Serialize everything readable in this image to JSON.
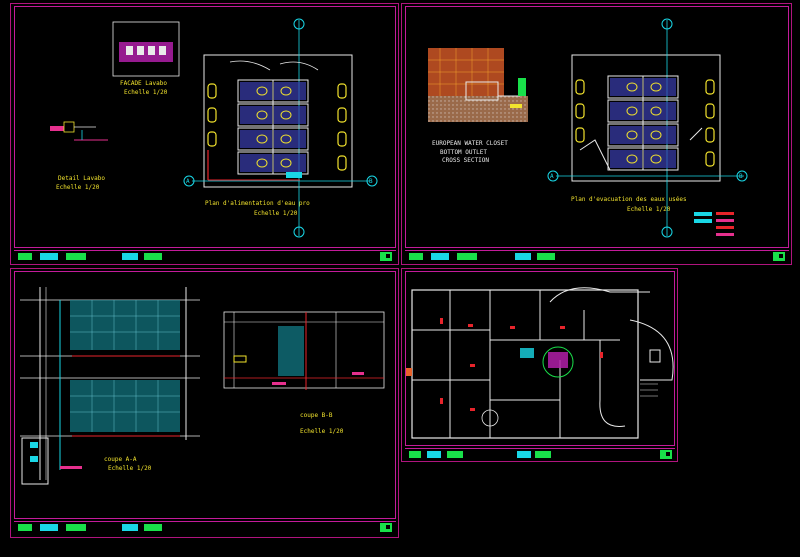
{
  "sheets": {
    "s1": {
      "facade_title": "FACADE Lavabo",
      "facade_scale": "Echelle 1/20",
      "detail_title": "Detail Lavabo",
      "detail_scale": "Echelle 1/20",
      "plan_title": "Plan d'alimentation d'eau pro",
      "plan_scale": "Echelle 1/20",
      "marker_a": "A",
      "marker_b": "B"
    },
    "s2": {
      "wc_title": "EUROPEAN WATER CLOSET",
      "wc_sub": "BOTTOM OUTLET",
      "wc_sub2": "CROSS SECTION",
      "plan_title": "Plan d'evacuation des eaux usées",
      "plan_scale": "Echelle 1/20",
      "marker_a": "A",
      "marker_b": "B"
    },
    "s3": {
      "coupe_aa": "coupe A-A",
      "coupe_aa_scale": "Echelle 1/20",
      "coupe_bb": "coupe B-B",
      "coupe_bb_scale": "Echelle 1/20"
    }
  },
  "colors": {
    "frame": "#c41b9a",
    "cyan": "#19d7e6",
    "yellow": "#f2e32d",
    "green": "#19e04a",
    "red": "#e8242b",
    "white": "#e9e9e9"
  }
}
